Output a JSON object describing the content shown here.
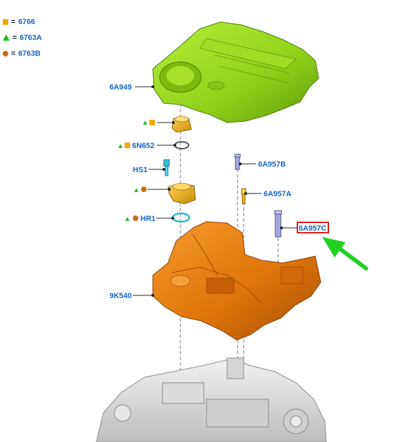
{
  "legend": [
    {
      "symbol": "square",
      "color": "#f5a500",
      "code": "6766"
    },
    {
      "symbol": "triangle",
      "color": "#1fc11f",
      "code": "6763A"
    },
    {
      "symbol": "circle",
      "color": "#c46a12",
      "code": "6763B"
    }
  ],
  "legend_eq": "=",
  "callouts": {
    "engine_cover": "6A949",
    "seal": "6N652",
    "hs1": "HS1",
    "hr1": "HR1",
    "stud_b": "6A957B",
    "stud_a": "6A957A",
    "stud_c": "6A957C",
    "bracket": "9K540"
  },
  "highlight": {
    "callout": "6A957C",
    "box_color": "#e01818",
    "arrow_color": "#22d022"
  },
  "colors": {
    "cover": "#8fd11a",
    "cover_dark": "#5e9a0a",
    "bracket": "#e0750a",
    "bracket_dark": "#a44f05",
    "yellow_part": "#f2b21b",
    "stud": "#9aa0d8",
    "engine": "#d9d9d9"
  }
}
